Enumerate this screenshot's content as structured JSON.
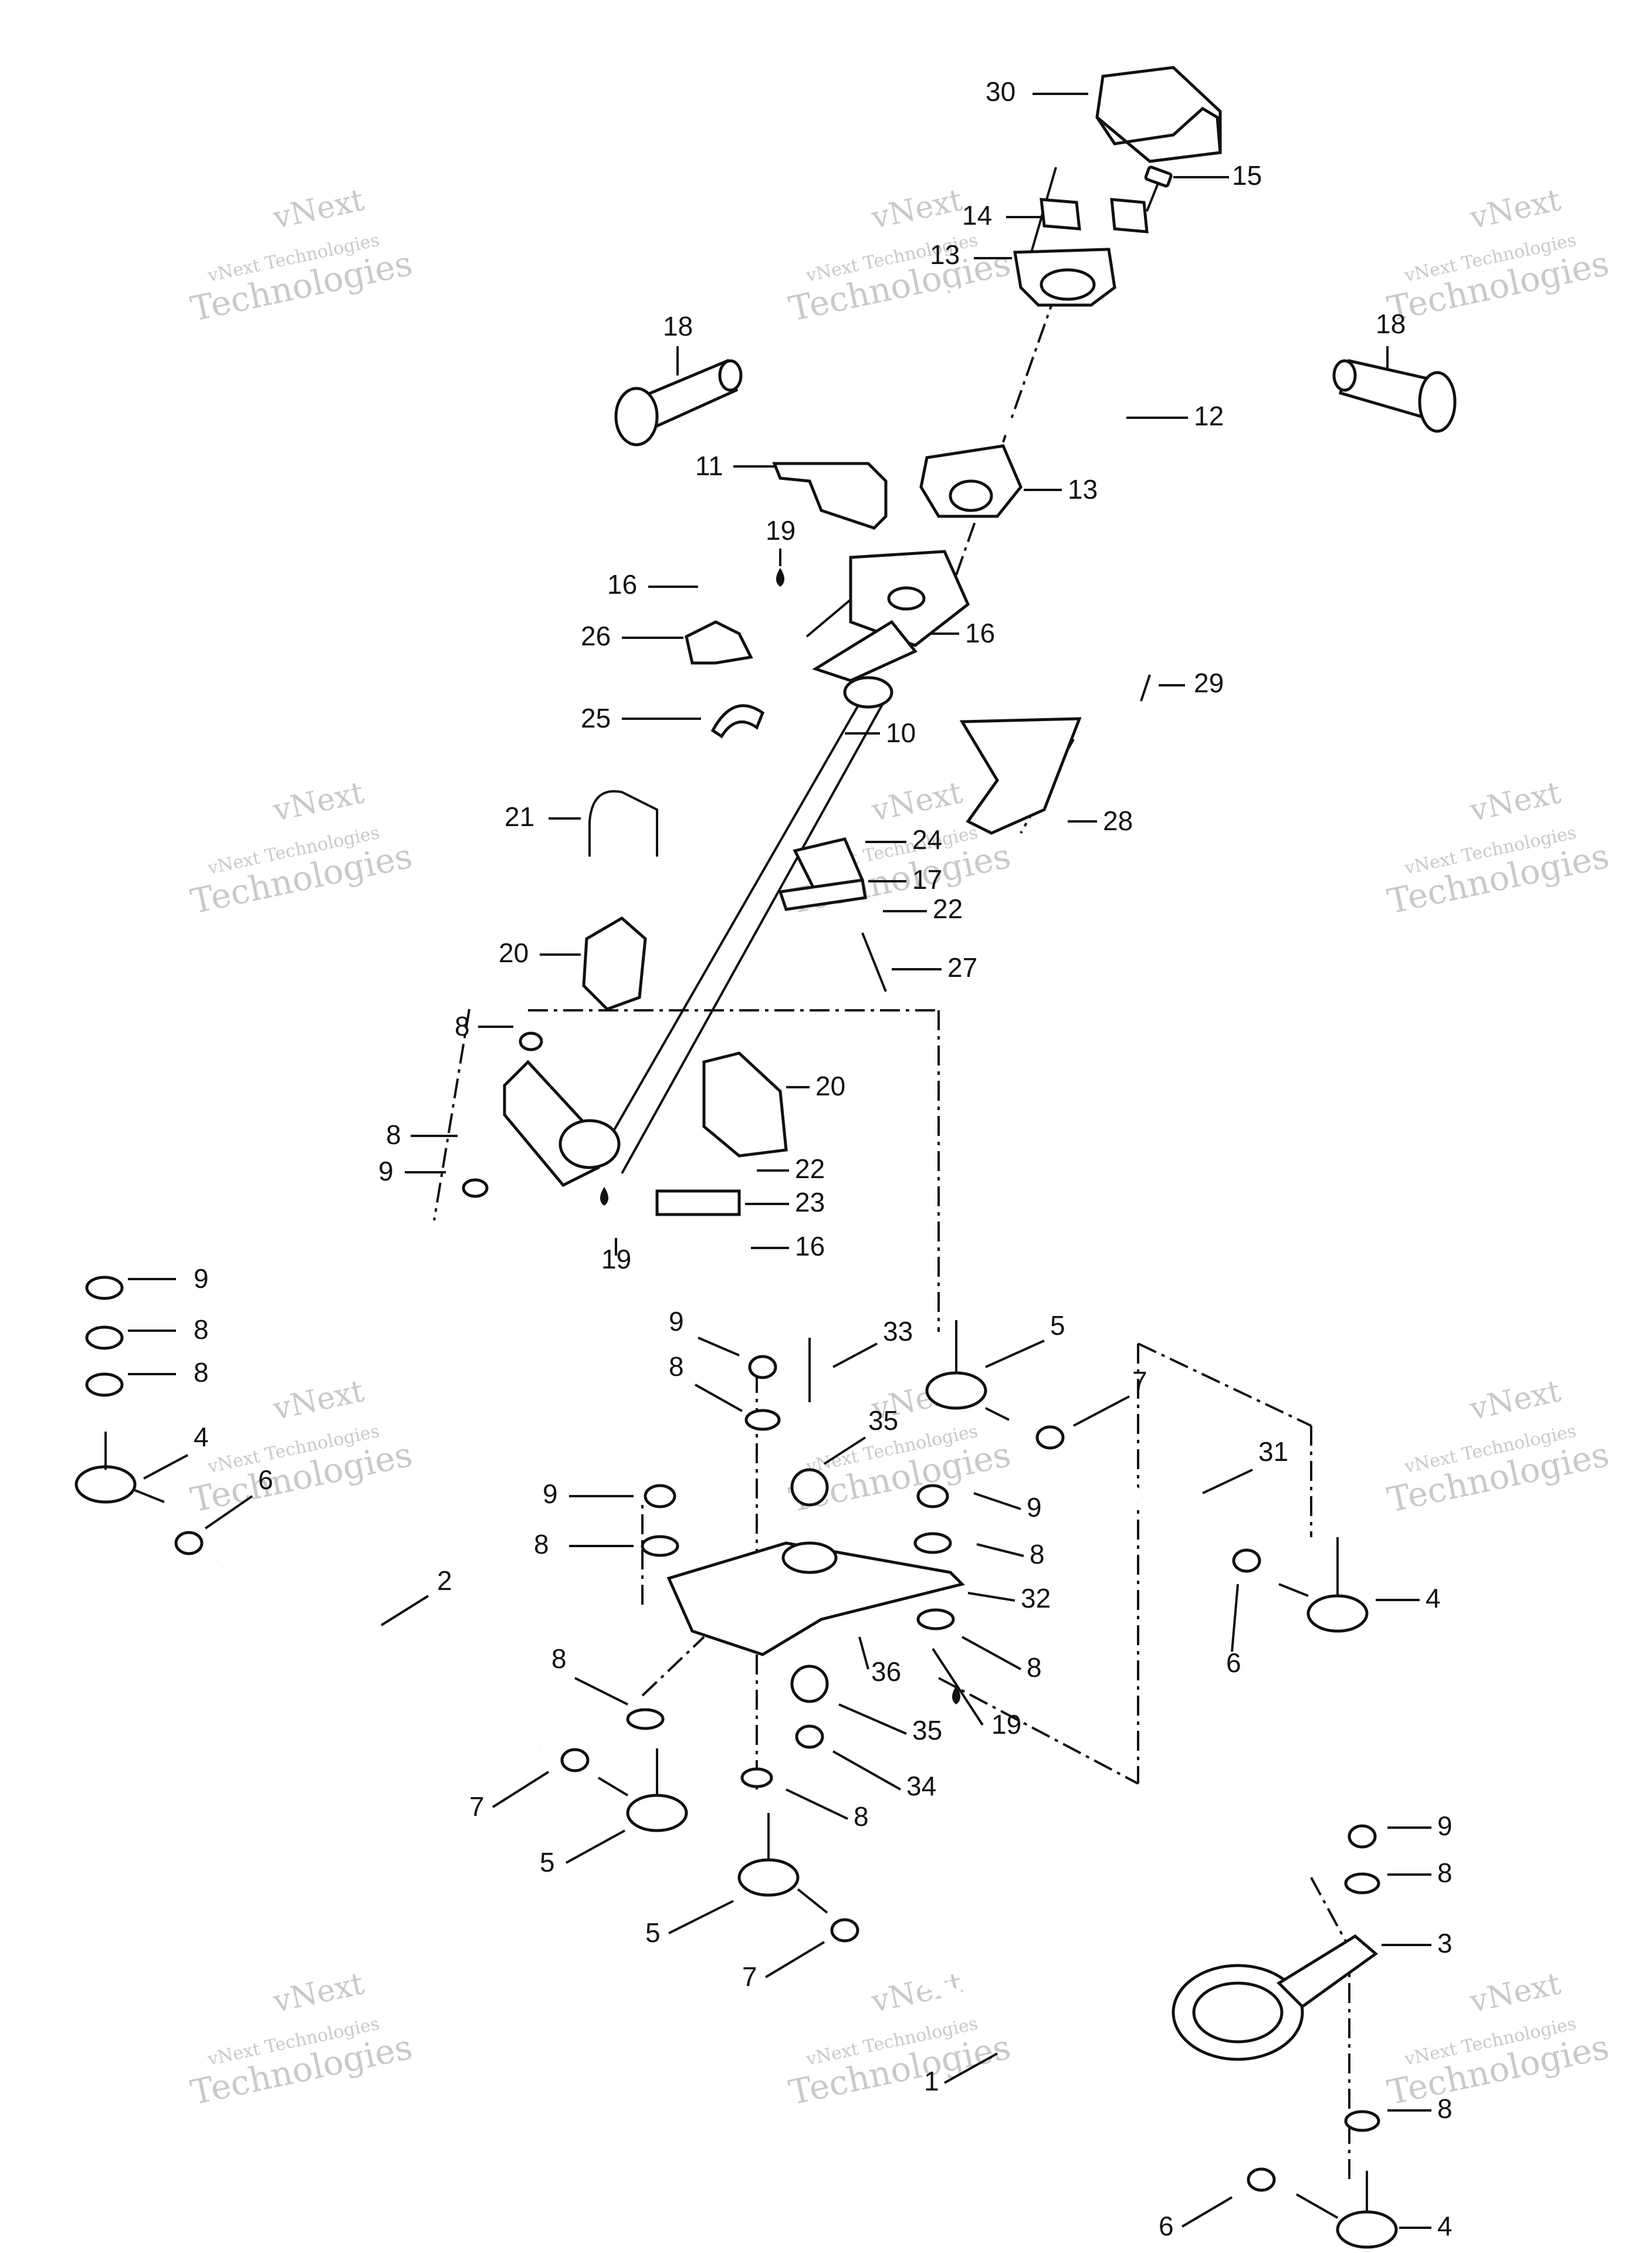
{
  "watermark": {
    "line1": "vNext",
    "line2": "vNext Technologies",
    "line3": "Technologies"
  },
  "callouts": [
    {
      "id": "c30",
      "label": "30"
    },
    {
      "id": "c15",
      "label": "15"
    },
    {
      "id": "c14",
      "label": "14"
    },
    {
      "id": "c13a",
      "label": "13"
    },
    {
      "id": "c18a",
      "label": "18"
    },
    {
      "id": "c18b",
      "label": "18"
    },
    {
      "id": "c12",
      "label": "12"
    },
    {
      "id": "c11",
      "label": "11"
    },
    {
      "id": "c13b",
      "label": "13"
    },
    {
      "id": "c19a",
      "label": "19"
    },
    {
      "id": "c16a",
      "label": "16"
    },
    {
      "id": "c16b",
      "label": "16"
    },
    {
      "id": "c26",
      "label": "26"
    },
    {
      "id": "c29",
      "label": "29"
    },
    {
      "id": "c25",
      "label": "25"
    },
    {
      "id": "c10",
      "label": "10"
    },
    {
      "id": "c28",
      "label": "28"
    },
    {
      "id": "c21",
      "label": "21"
    },
    {
      "id": "c24",
      "label": "24"
    },
    {
      "id": "c17",
      "label": "17"
    },
    {
      "id": "c22a",
      "label": "22"
    },
    {
      "id": "c20a",
      "label": "20"
    },
    {
      "id": "c27",
      "label": "27"
    },
    {
      "id": "c8a",
      "label": "8"
    },
    {
      "id": "c20b",
      "label": "20"
    },
    {
      "id": "c8b",
      "label": "8"
    },
    {
      "id": "c22b",
      "label": "22"
    },
    {
      "id": "c9a",
      "label": "9"
    },
    {
      "id": "c23",
      "label": "23"
    },
    {
      "id": "c16c",
      "label": "16"
    },
    {
      "id": "c19b",
      "label": "19"
    },
    {
      "id": "c9b",
      "label": "9"
    },
    {
      "id": "c8c",
      "label": "8"
    },
    {
      "id": "c8d",
      "label": "8"
    },
    {
      "id": "c9c",
      "label": "9"
    },
    {
      "id": "c33",
      "label": "33"
    },
    {
      "id": "c5a",
      "label": "5"
    },
    {
      "id": "c8e",
      "label": "8"
    },
    {
      "id": "c7a",
      "label": "7"
    },
    {
      "id": "c4a",
      "label": "4"
    },
    {
      "id": "c35a",
      "label": "35"
    },
    {
      "id": "c6a",
      "label": "6"
    },
    {
      "id": "c31",
      "label": "31"
    },
    {
      "id": "c9d",
      "label": "9"
    },
    {
      "id": "c9e",
      "label": "9"
    },
    {
      "id": "c8f",
      "label": "8"
    },
    {
      "id": "c8g",
      "label": "8"
    },
    {
      "id": "c2",
      "label": "2"
    },
    {
      "id": "c32",
      "label": "32"
    },
    {
      "id": "c4b",
      "label": "4"
    },
    {
      "id": "c8h",
      "label": "8"
    },
    {
      "id": "c36",
      "label": "36"
    },
    {
      "id": "c8i",
      "label": "8"
    },
    {
      "id": "c6b",
      "label": "6"
    },
    {
      "id": "c35b",
      "label": "35"
    },
    {
      "id": "c19c",
      "label": "19"
    },
    {
      "id": "c7b",
      "label": "7"
    },
    {
      "id": "c34",
      "label": "34"
    },
    {
      "id": "c5b",
      "label": "5"
    },
    {
      "id": "c8j",
      "label": "8"
    },
    {
      "id": "c9f",
      "label": "9"
    },
    {
      "id": "c8k",
      "label": "8"
    },
    {
      "id": "c5c",
      "label": "5"
    },
    {
      "id": "c3",
      "label": "3"
    },
    {
      "id": "c7c",
      "label": "7"
    },
    {
      "id": "c1",
      "label": "1"
    },
    {
      "id": "c8l",
      "label": "8"
    },
    {
      "id": "c6c",
      "label": "6"
    },
    {
      "id": "c4c",
      "label": "4"
    }
  ]
}
